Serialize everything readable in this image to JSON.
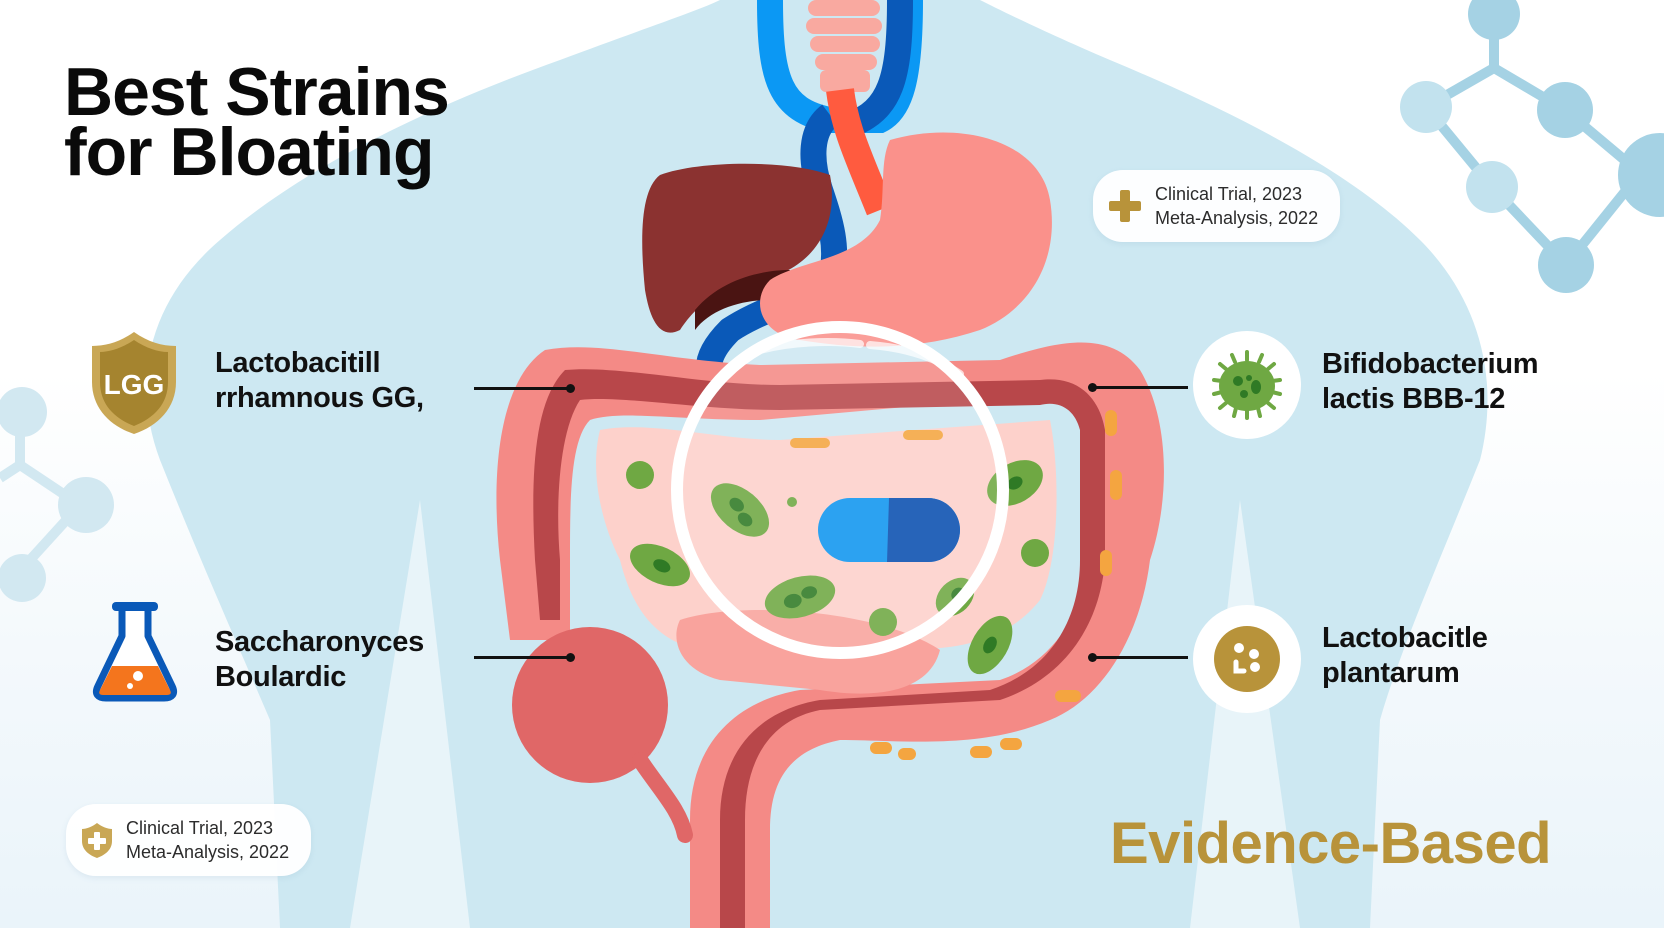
{
  "title": {
    "line1": "Best Strains",
    "line2": "for Bloating"
  },
  "strains": [
    {
      "id": "lgg",
      "line1": "Lactobacitill",
      "line2": "rrhamnous GG,",
      "icon": "shield-lgg-icon",
      "icon_text": "LGG",
      "side": "left"
    },
    {
      "id": "saccharomyces",
      "line1": "Saccharonyces",
      "line2": "Boulardic",
      "icon": "flask-icon",
      "side": "left"
    },
    {
      "id": "bifidobacterium",
      "line1": "Bifidobacterium",
      "line2": "lactis BBB-12",
      "icon": "bacteria-icon",
      "side": "right"
    },
    {
      "id": "plantarum",
      "line1": "Lactobacitle",
      "line2": "plantarum",
      "icon": "cell-icon",
      "side": "right"
    }
  ],
  "evidence_badges": [
    {
      "position": "top-right",
      "icon": "plus-icon",
      "line1": "Clinical Trial, 2023",
      "line2": "Meta-Analysis, 2022"
    },
    {
      "position": "bottom-left",
      "icon": "shield-plus-icon",
      "line1": "Clinical Trial, 2023",
      "line2": "Meta-Analysis, 2022"
    }
  ],
  "footer": {
    "brand": "Evidence-Based"
  },
  "colors": {
    "gold": "#b8933a",
    "silhouette": "#cde8f2",
    "intestine": "#f48a86",
    "intestine_dark": "#b8474a",
    "liver": "#8b3230",
    "stomach": "#fa918b",
    "bacteria": "#6fa843",
    "bacteria_dark": "#2f7a25",
    "capsule_light": "#0f96f0",
    "capsule_dark": "#0a4fb0",
    "vessel_blue": "#0a59b8",
    "vessel_light_blue": "#0b98f4",
    "artery_red": "#ff5b3f",
    "molecule": "#a5d2e4"
  }
}
